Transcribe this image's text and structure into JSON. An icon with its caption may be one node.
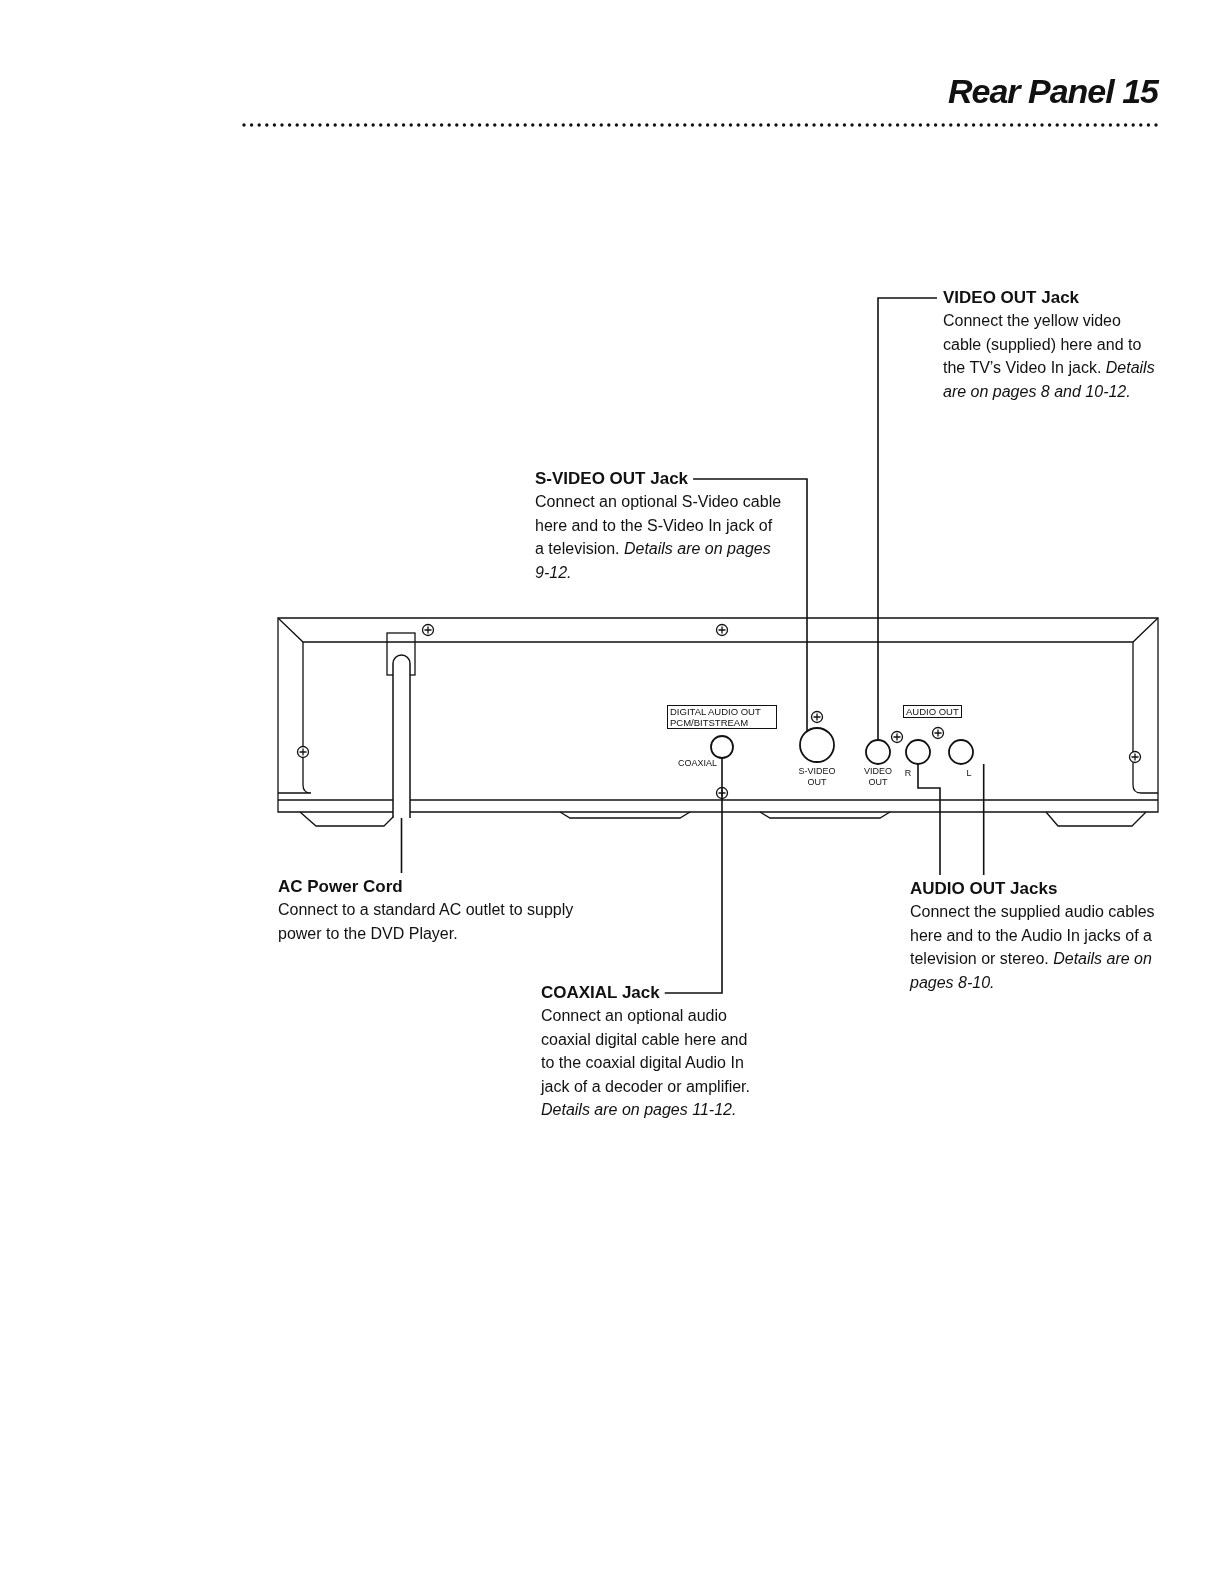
{
  "diagram": {
    "title": "Rear Panel 15",
    "nodes": [
      {
        "text": [
          "VIDEO OUT Jack",
          "Connect the yellow video cable (supplied) here and to the TV’s Video In jack. *Details are on pages 8 and 10-12.*"
        ]
      },
      {
        "text": [
          "S-VIDEO OUT Jack",
          "Connect an optional S-Video cable here and to the S-Video In jack of a television. *Details are on pages 9-12.*"
        ]
      },
      {
        "text": [],
        "shape": "cable"
      },
      {
        "text": [],
        "shape": "circle"
      },
      {
        "text": [],
        "shape": "circle"
      },
      {
        "text": [],
        "shape": "circle"
      },
      {
        "text": [],
        "shape": "circle"
      },
      {
        "text": [],
        "shape": "circle"
      },
      {
        "text": [
          "AC Power Cord",
          "Connect to a standard AC outlet to supply power to the DVD Player."
        ]
      },
      {
        "text": [
          "AUDIO OUT Jacks",
          "Connect the supplied audio cables here and to the Audio In jacks of a television or stereo. *Details are on pages 8-10.*"
        ]
      },
      {
        "text": [
          "COAXIAL Jack",
          "Connect an optional audio coaxial digital cable here and to the coaxial digital Audio In jack of a decoder or amplifier. *Details are on pages 11-12.*"
        ]
      }
    ],
    "edges": [
      {
        "from": 0,
        "to": 5,
        "arrow": "none"
      },
      {
        "from": 1,
        "to": 4,
        "arrow": "none"
      },
      {
        "from": 8,
        "to": 2,
        "arrow": "none"
      },
      {
        "from": 10,
        "to": 3,
        "arrow": "none"
      },
      {
        "from": 9,
        "to": 6,
        "arrow": "none"
      },
      {
        "from": 9,
        "to": 7,
        "arrow": "none"
      }
    ],
    "labels": [
      "DIGITAL AUDIO OUT PCM/BITSTREAM",
      "AUDIO OUT",
      "COAXIAL",
      "S-VIDEO OUT",
      "VIDEO OUT",
      "R",
      "L"
    ]
  }
}
